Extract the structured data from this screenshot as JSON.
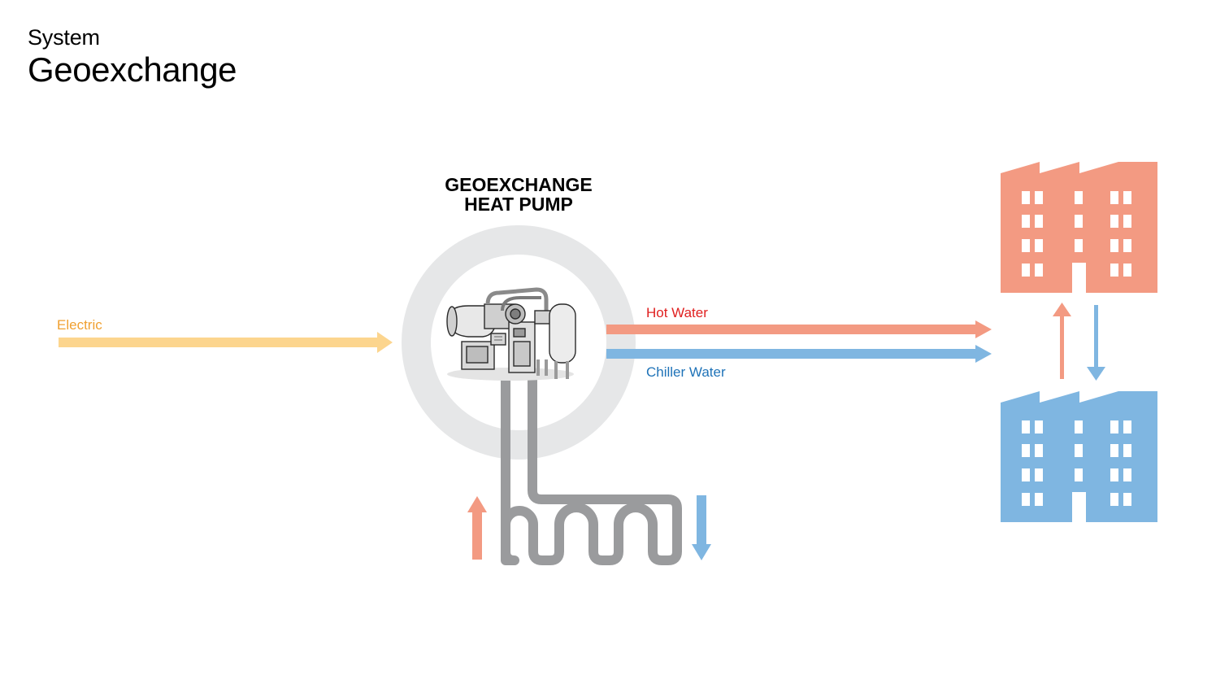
{
  "header": {
    "kicker": "System",
    "title": "Geoexchange"
  },
  "diagram": {
    "heat_pump_label_line1": "GEOEXCHANGE",
    "heat_pump_label_line2": "HEAT PUMP",
    "electric_label": "Electric",
    "hot_water_label": "Hot Water",
    "chiller_water_label": "Chiller Water"
  },
  "colors": {
    "electric": "#fcd58e",
    "electric_text": "#f0a030",
    "hot": "#f39a82",
    "hot_text": "#e02020",
    "cold": "#7fb6e1",
    "cold_text": "#1f73b8",
    "ring": "#e6e7e8",
    "loop_pipe": "#9a9b9d",
    "building_hot": "#f39a82",
    "building_cold": "#7fb6e1"
  },
  "icons": {
    "heat_pump": "heat-pump-machine-icon",
    "hot_building": "factory-building-icon",
    "cold_building": "factory-building-icon"
  }
}
